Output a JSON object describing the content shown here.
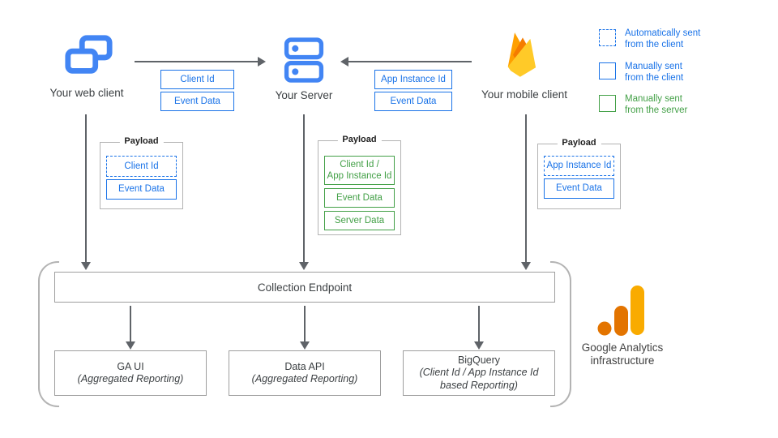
{
  "nodes": {
    "web_client": {
      "label": "Your web client"
    },
    "server": {
      "label": "Your Server"
    },
    "mobile_client": {
      "label": "Your mobile client"
    }
  },
  "flows": {
    "web_to_server": {
      "tags": [
        {
          "label": "Client Id"
        },
        {
          "label": "Event Data"
        }
      ]
    },
    "mobile_to_server": {
      "tags": [
        {
          "label": "App Instance Id"
        },
        {
          "label": "Event Data"
        }
      ]
    }
  },
  "payloads": {
    "web": {
      "title": "Payload",
      "items": [
        {
          "label": "Client Id",
          "sent": "automatically-from-client"
        },
        {
          "label": "Event Data",
          "sent": "manually-from-client"
        }
      ]
    },
    "server": {
      "title": "Payload",
      "items": [
        {
          "line1": "Client Id /",
          "line2": "App Instance Id",
          "sent": "manually-from-server"
        },
        {
          "label": "Event Data",
          "sent": "manually-from-server"
        },
        {
          "label": "Server Data",
          "sent": "manually-from-server"
        }
      ]
    },
    "mobile": {
      "title": "Payload",
      "items": [
        {
          "label": "App Instance Id",
          "sent": "automatically-from-client"
        },
        {
          "label": "Event Data",
          "sent": "manually-from-client"
        }
      ]
    }
  },
  "legend": {
    "items": [
      {
        "line1": "Automatically sent",
        "line2": "from the client",
        "style": "dashed-blue"
      },
      {
        "line1": "Manually sent",
        "line2": "from the client",
        "style": "solid-blue"
      },
      {
        "line1": "Manually sent",
        "line2": "from the server",
        "style": "solid-green"
      }
    ]
  },
  "infrastructure": {
    "endpoint_label": "Collection Endpoint",
    "outputs": [
      {
        "title": "GA UI",
        "subtitle": "(Aggregated Reporting)"
      },
      {
        "title": "Data API",
        "subtitle": "(Aggregated Reporting)"
      },
      {
        "title": "BigQuery",
        "subtitle": "(Client Id / App Instance Id based Reporting)"
      }
    ],
    "brand_line1": "Google Analytics",
    "brand_line2": "infrastructure"
  },
  "colors": {
    "blue": "#1a73e8",
    "icon_blue": "#4285f4",
    "green": "#43a047",
    "arrow_gray": "#5f6368",
    "box_border_gray": "#9e9e9e",
    "payload_border_gray": "#b3b3b3",
    "text_dark": "#3c4043",
    "ga_orange": "#e37400",
    "ga_amber": "#f9ab00",
    "firebase_yellow": "#ffca28",
    "firebase_orange": "#f57c00",
    "firebase_amber": "#ffa000"
  }
}
